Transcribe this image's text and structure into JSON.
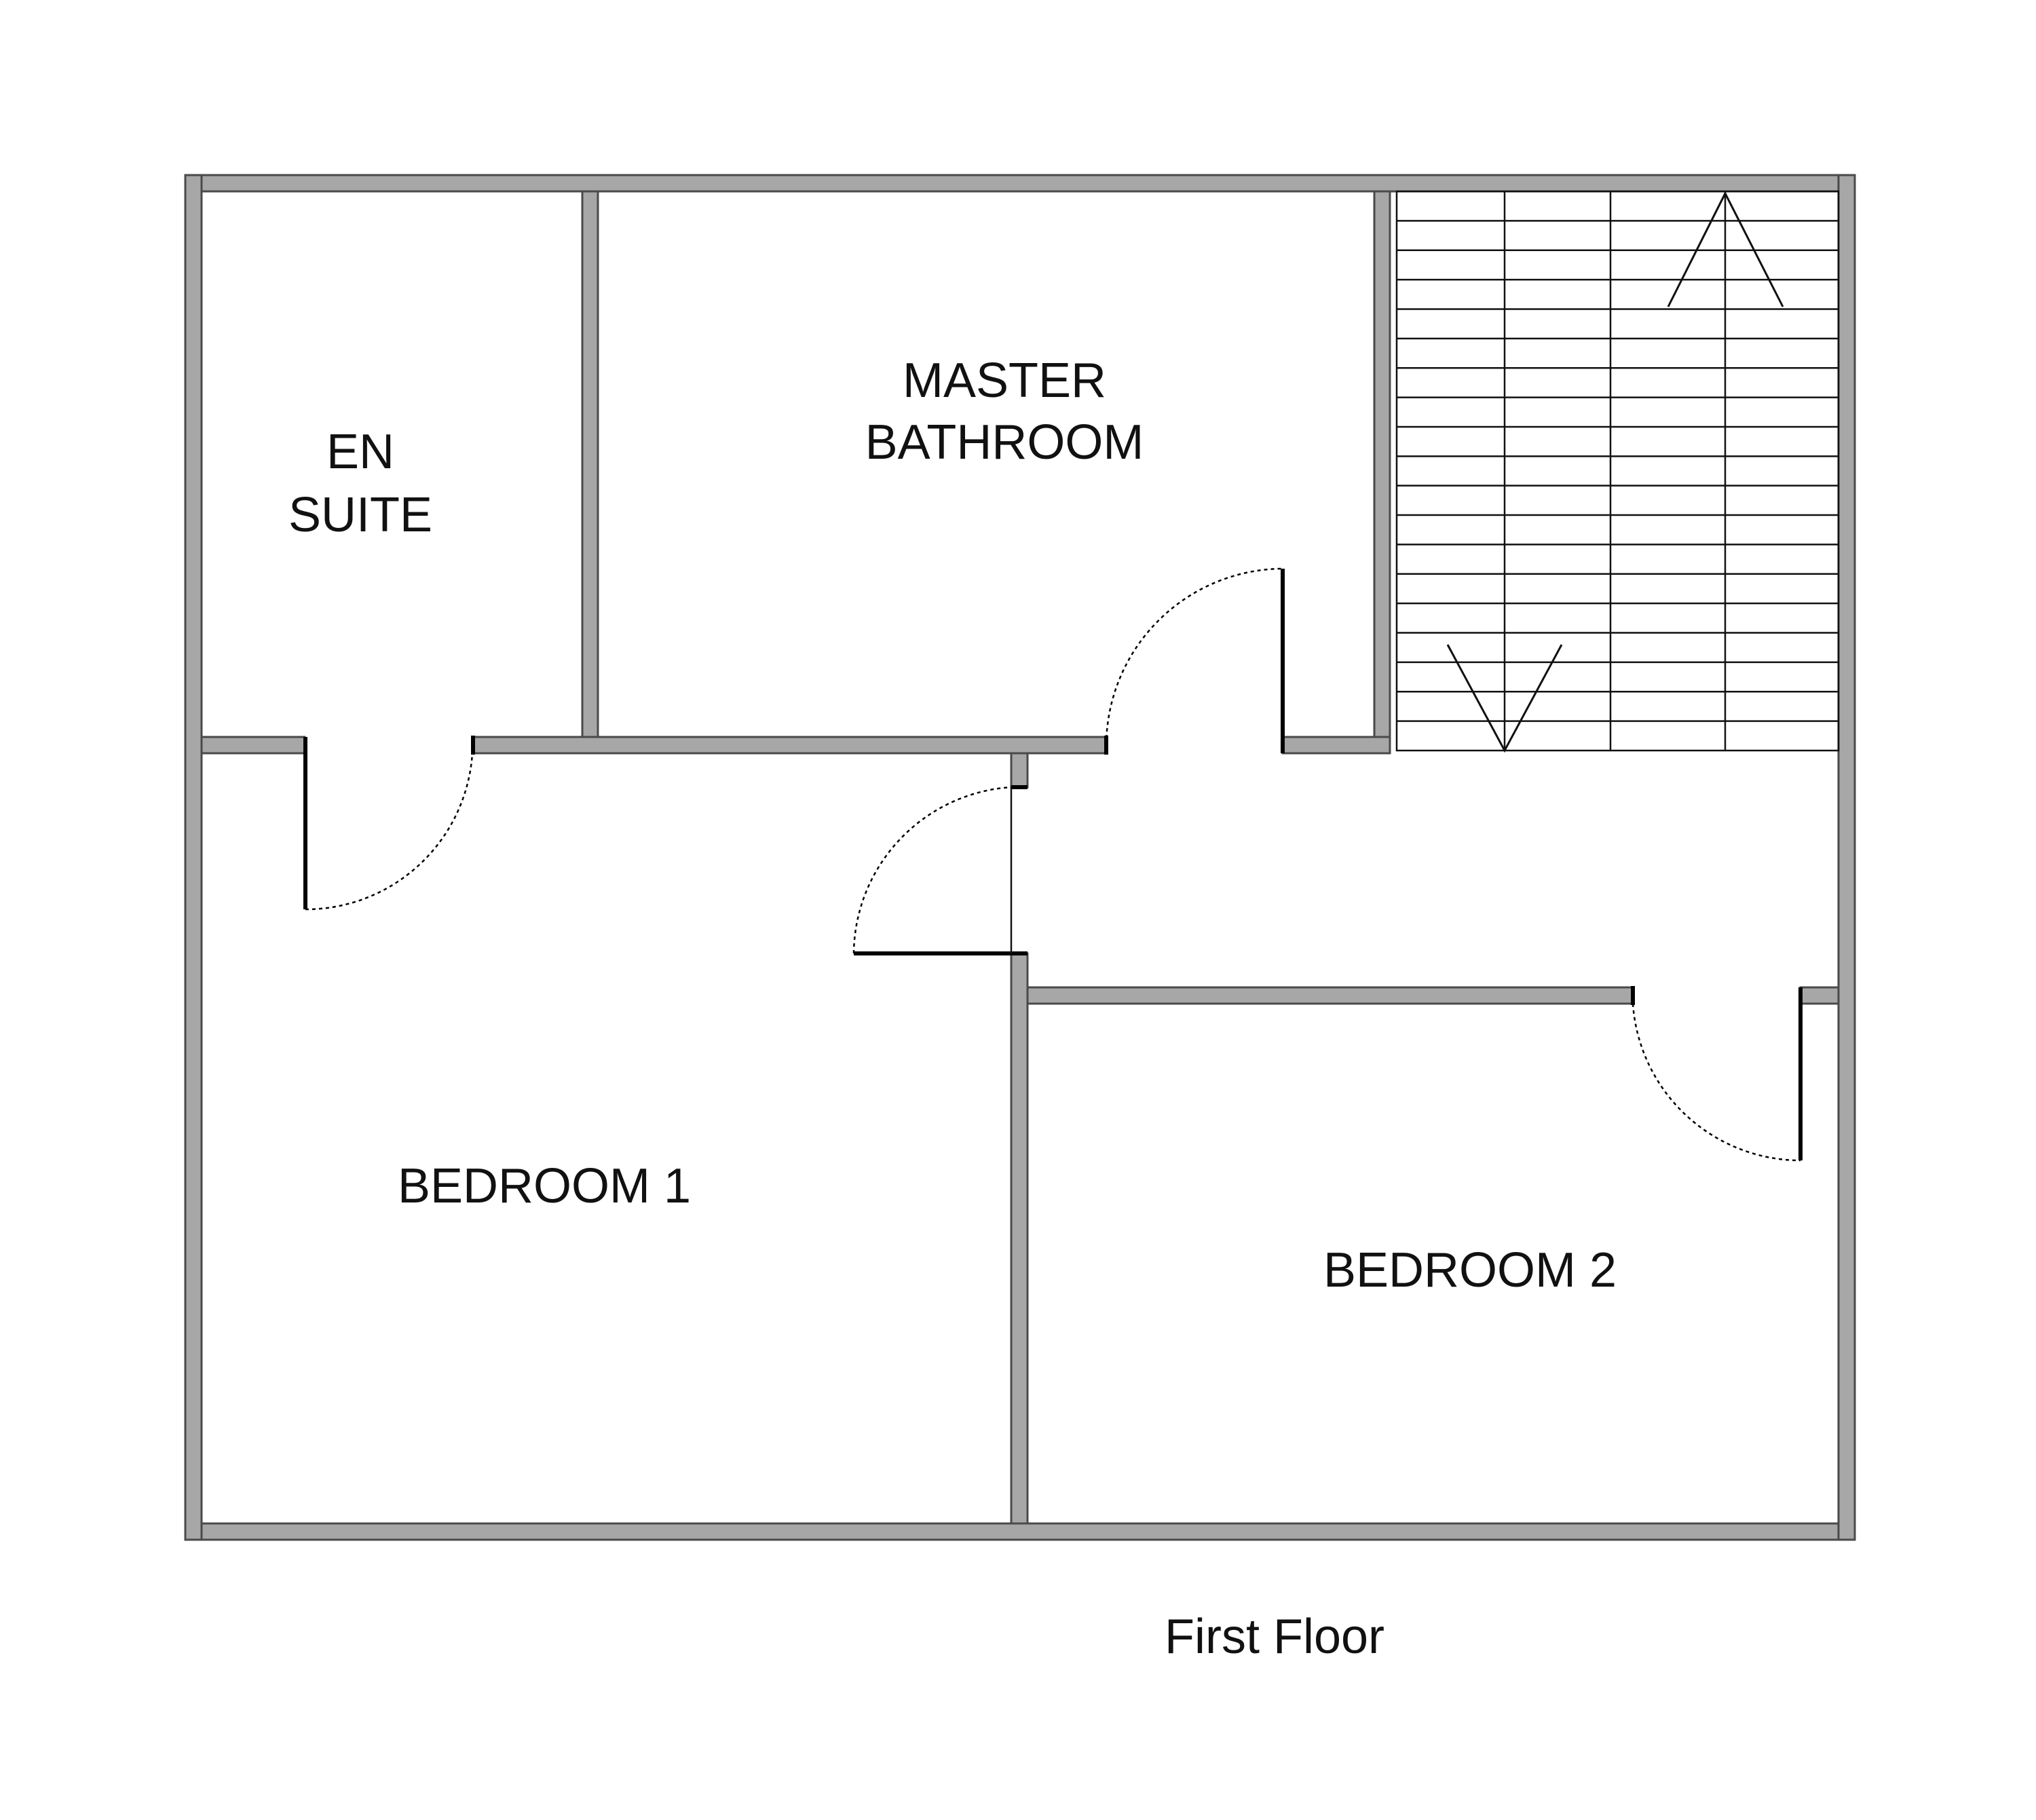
{
  "floor": {
    "name": "First Floor"
  },
  "rooms": {
    "en_suite": {
      "lines": [
        "EN",
        "SUITE"
      ]
    },
    "master_bathroom": {
      "lines": [
        "MASTER",
        "BATHROOM"
      ]
    },
    "bedroom_1": {
      "label": "BEDROOM 1"
    },
    "bedroom_2": {
      "label": "BEDROOM 2"
    }
  },
  "colors": {
    "wall_fill": "#a7a7a7",
    "wall_outline": "#4a4a4a",
    "line": "#000000",
    "background": "#ffffff"
  }
}
